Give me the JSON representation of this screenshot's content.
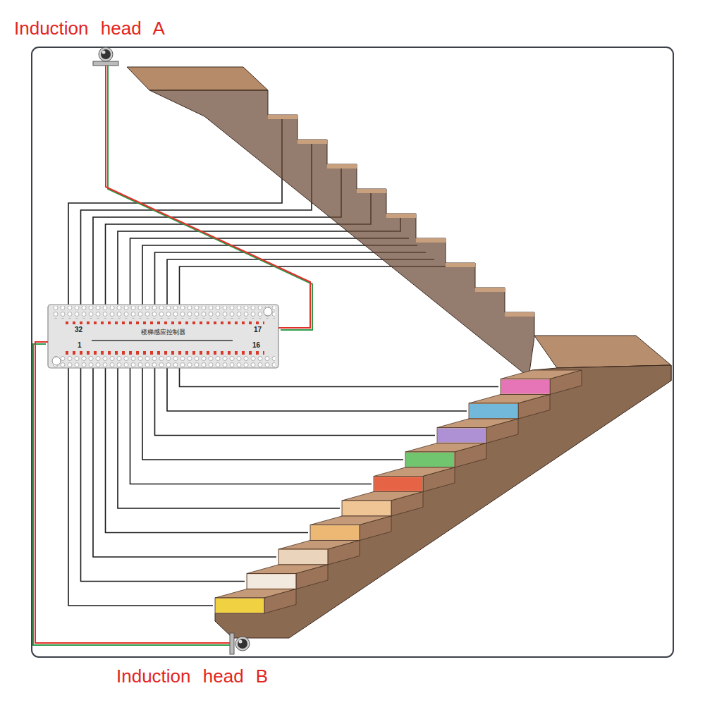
{
  "diagram": {
    "nodes": [
      {
        "text": [
          "Induction head A"
        ]
      },
      {
        "text": [
          "32",
          "17",
          "楼梯感应控制器",
          "1",
          "16"
        ]
      },
      {
        "text": [
          "Induction head B"
        ]
      }
    ],
    "edges": [
      {
        "from": 0,
        "to": 1,
        "arrow": "none"
      },
      {
        "from": 2,
        "to": 1,
        "arrow": "none"
      }
    ]
  }
}
